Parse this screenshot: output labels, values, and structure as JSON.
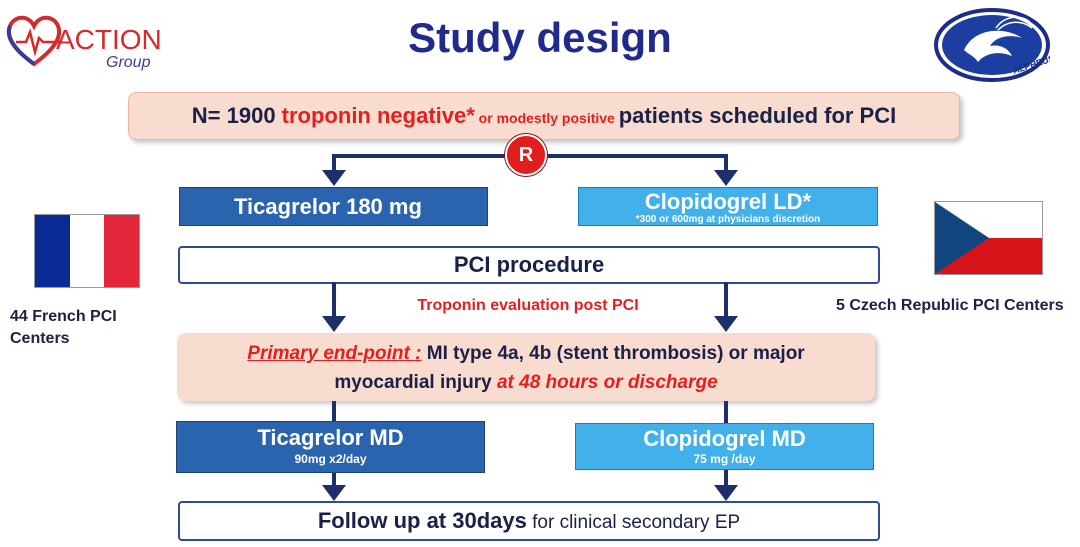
{
  "logos": {
    "action_word": "ACTION",
    "action_group": "Group",
    "alpheus": "ALPHEUS"
  },
  "title": "Study design",
  "population": {
    "prefix": "N= 1900 ",
    "highlight": "troponin negative*",
    "modest": " or modestly positive ",
    "suffix": " patients scheduled for PCI"
  },
  "randomization_label": "R",
  "arm_left": {
    "label": "Ticagrelor 180 mg"
  },
  "arm_right": {
    "label": "Clopidogrel LD*",
    "note": "*300 or 600mg at physicians discretion"
  },
  "procedure": "PCI procedure",
  "troponin_eval": "Troponin evaluation post PCI",
  "endpoint": {
    "label": "Primary end-point :",
    "text1": " MI type 4a, 4b (stent thrombosis) or major",
    "text2": "myocardial injury ",
    "timing": " at 48 hours or discharge"
  },
  "md_left": {
    "label": "Ticagrelor MD",
    "dose": "90mg x2/day"
  },
  "md_right": {
    "label": "Clopidogrel MD",
    "dose": "75 mg /day"
  },
  "followup": {
    "bold": "Follow up at 30days",
    "rest": " for clinical secondary EP"
  },
  "centers": {
    "france": "44 French PCI Centers",
    "czech": "5 Czech Republic PCI Centers"
  },
  "colors": {
    "navy": "#1f2a8c",
    "red": "#e51f1f",
    "dark_blue_box": "#2a63ae",
    "light_blue_box": "#42b0ea",
    "peach": "#f8dccf"
  }
}
